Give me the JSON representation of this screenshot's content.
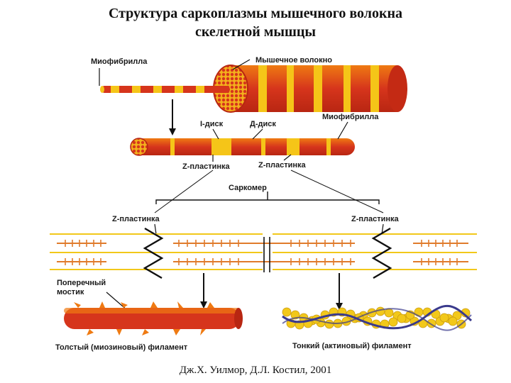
{
  "title": {
    "line1": "Структура саркоплазмы мышечного волокна",
    "line2": "скелетной мышцы"
  },
  "labels": {
    "myofibril_top": "Миофибрилла",
    "muscle_fiber": "Мышечное волокно",
    "myofibril_right": "Миофибрилла",
    "i_disc": "I-диск",
    "d_disc": "Д-диск",
    "z_plate_1": "Z-пластинка",
    "z_plate_2": "Z-пластинка",
    "sarcomere": "Саркомер",
    "z_plate_left": "Z-пластинка",
    "z_plate_right": "Z-пластинка",
    "cross_bridge": [
      "Поперечный",
      "мостик"
    ],
    "thick_filament": "Толстый (миозиновый) филамент",
    "thin_filament": "Тонкий (актиновый) филамент"
  },
  "credit": "Дж.Х. Уилмор,  Д.Л. Костил, 2001",
  "colors": {
    "fiber_red": "#d6351c",
    "fiber_orange": "#ef7a12",
    "band_yellow": "#f5c518",
    "actin_yellow": "#f2c81a",
    "myosin_orange": "#e07b2c",
    "line_black": "#111111",
    "strand_blue": "#3a3a8c"
  }
}
